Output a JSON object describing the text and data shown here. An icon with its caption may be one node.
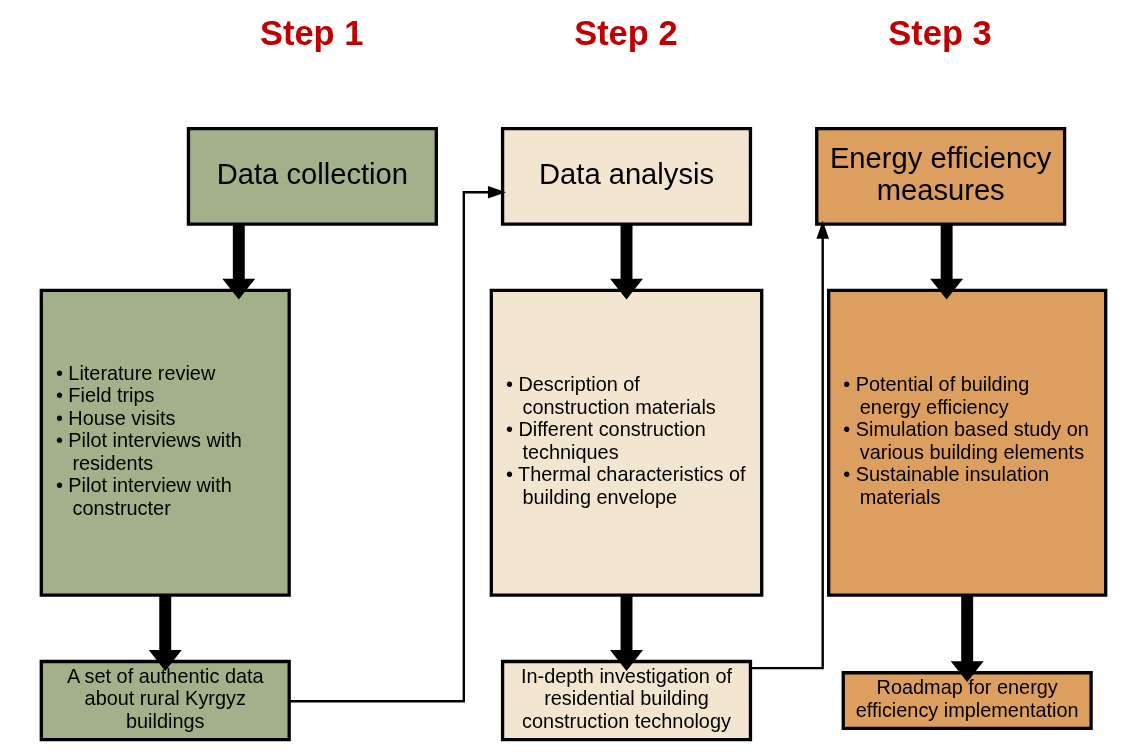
{
  "diagram": {
    "nodes": [
      {
        "text": [
          "Data collection"
        ]
      },
      {
        "text": [
          "• Literature review",
          "• Field trips",
          "• House visits",
          "• Pilot interviews with residents",
          "• Pilot interview with constructer"
        ]
      },
      {
        "text": [
          "A set of authentic data about rural Kyrgyz buildings"
        ]
      },
      {
        "text": [
          "Data analysis"
        ]
      },
      {
        "text": [
          "• Description of construction materials",
          "• Different construction techniques",
          "• Thermal characteristics of building envelope"
        ]
      },
      {
        "text": [
          "In-depth investigation of residential building construction technology"
        ]
      },
      {
        "text": [
          "Energy efficiency measures"
        ]
      },
      {
        "text": [
          "• Potential of building energy efficiency",
          "• Simulation based study on various building elements",
          "• Sustainable insulation materials"
        ]
      },
      {
        "text": [
          "Roadmap for energy efficiency implementation"
        ]
      }
    ],
    "edges": [
      {
        "from": 0,
        "to": 1,
        "arrow": "to"
      },
      {
        "from": 1,
        "to": 2,
        "arrow": "to"
      },
      {
        "from": 2,
        "to": 3,
        "arrow": "to"
      },
      {
        "from": 3,
        "to": 4,
        "arrow": "to"
      },
      {
        "from": 4,
        "to": 5,
        "arrow": "to"
      },
      {
        "from": 5,
        "to": 6,
        "arrow": "to"
      },
      {
        "from": 6,
        "to": 7,
        "arrow": "to"
      },
      {
        "from": 7,
        "to": 8,
        "arrow": "to"
      }
    ],
    "labels": [
      "Step 1",
      "Step 2",
      "Step 3"
    ]
  }
}
